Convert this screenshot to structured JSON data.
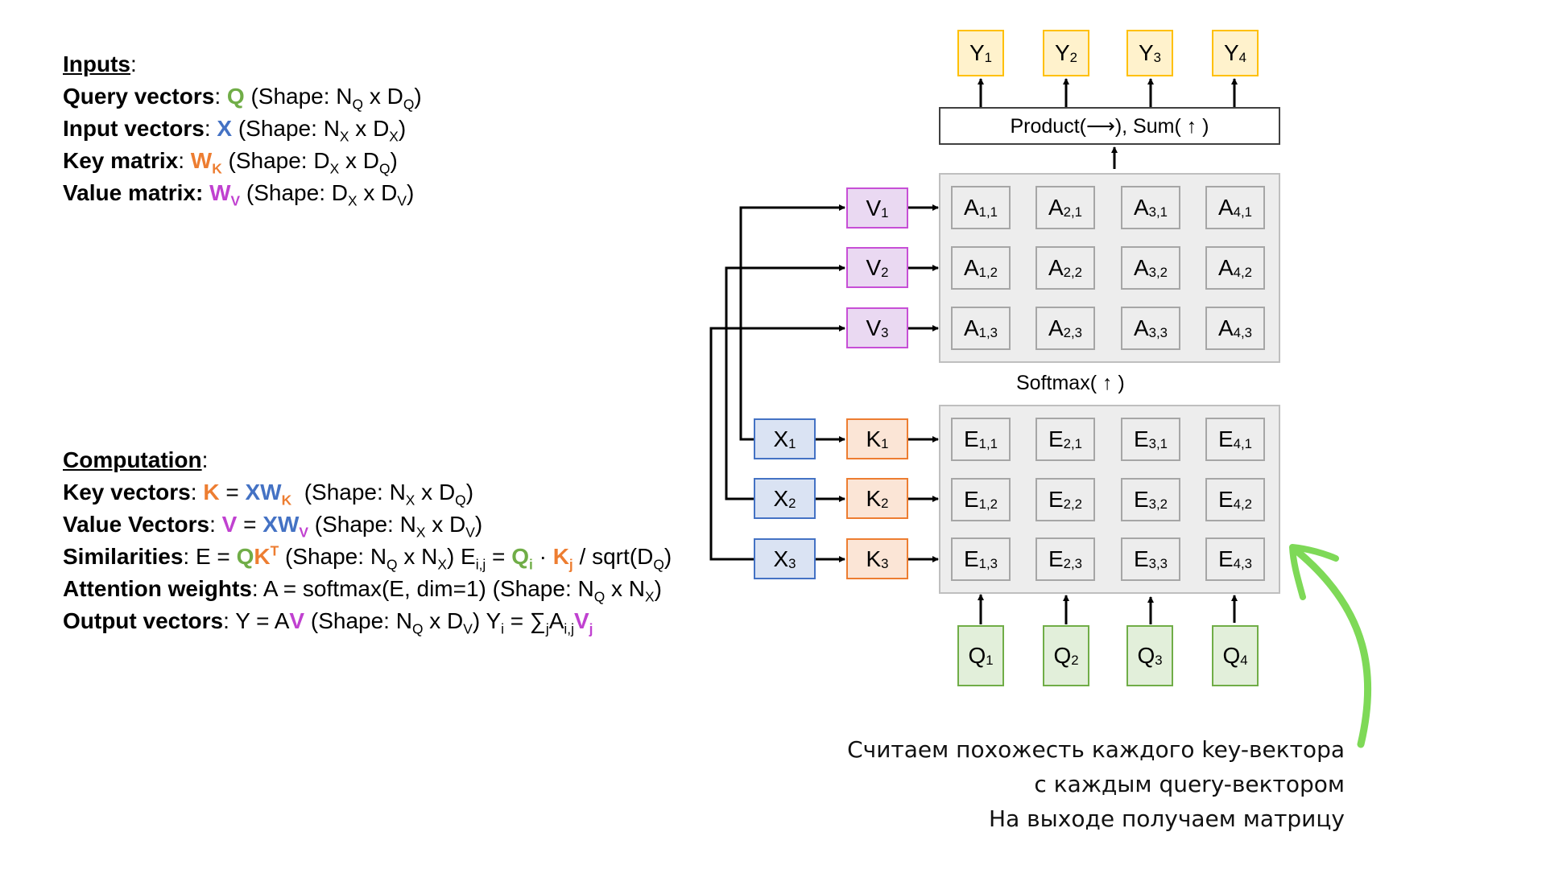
{
  "inputs": {
    "header": "Inputs",
    "query_label": "Query vectors",
    "query_sym": "Q",
    "query_shape": "(Shape: N",
    "query_shape_sub1": "Q",
    "query_shape_mid": " x D",
    "query_shape_sub2": "Q",
    "input_label": "Input vectors",
    "input_sym": "X",
    "input_shape_sub1": "X",
    "input_shape_sub2": "X",
    "key_label": "Key matrix",
    "key_sym": "W",
    "key_sub": "K",
    "key_shape_sub1": "X",
    "key_shape_sub2": "Q",
    "value_label": "Value matrix:",
    "value_sym": "W",
    "value_sub": "V",
    "value_shape_sub1": "X",
    "value_shape_sub2": "V"
  },
  "computation": {
    "header": "Computation",
    "lines": [
      "Key vectors: K = XW_K (Shape: N_X x D_Q)",
      "Value Vectors: V = XW_V (Shape: N_X x D_V)",
      "Similarities: E = QK^T (Shape: N_Q x N_X) E_i,j = Q_i · K_j / sqrt(D_Q)",
      "Attention weights: A = softmax(E, dim=1) (Shape: N_Q x N_X)",
      "Output vectors: Y = AV (Shape: N_Q x D_V) Y_i = ∑_j A_i,j V_j"
    ],
    "key_label": "Key vectors",
    "value_label": "Value Vectors",
    "sim_label": "Similarities",
    "att_label": "Attention weights",
    "att_text": "A = softmax(E, dim=1)  (Shape: N",
    "out_label": "Output vectors"
  },
  "diagram": {
    "outputs": [
      "Y",
      "Y",
      "Y",
      "Y"
    ],
    "output_subs": [
      "1",
      "2",
      "3",
      "4"
    ],
    "product_label": "Product(⟶),   Sum( ↑ )",
    "softmax_label": "Softmax( ↑ )",
    "values": [
      "V",
      "V",
      "V"
    ],
    "value_subs": [
      "1",
      "2",
      "3"
    ],
    "inputs": [
      "X",
      "X",
      "X"
    ],
    "input_subs": [
      "1",
      "2",
      "3"
    ],
    "keys": [
      "K",
      "K",
      "K"
    ],
    "key_subs": [
      "1",
      "2",
      "3"
    ],
    "queries": [
      "Q",
      "Q",
      "Q",
      "Q"
    ],
    "query_subs": [
      "1",
      "2",
      "3",
      "4"
    ],
    "attention_cells": [
      [
        "1,1",
        "2,1",
        "3,1",
        "4,1"
      ],
      [
        "1,2",
        "2,2",
        "3,2",
        "4,2"
      ],
      [
        "1,3",
        "2,3",
        "3,3",
        "4,3"
      ]
    ],
    "similarity_cells": [
      [
        "1,1",
        "2,1",
        "3,1",
        "4,1"
      ],
      [
        "1,2",
        "2,2",
        "3,2",
        "4,2"
      ],
      [
        "1,3",
        "2,3",
        "3,3",
        "4,3"
      ]
    ],
    "attention_symbol": "A",
    "similarity_symbol": "E"
  },
  "caption": {
    "line1": "Считаем похожесть каждого key-вектора",
    "line2": "с каждым query-вектором",
    "line3": "На выходе получаем матрицу"
  },
  "colors": {
    "query": "#70AD47",
    "input": "#4472C4",
    "key": "#ED7D31",
    "value": "#C041D0",
    "output": "#FFC000",
    "annotation_arrow": "#7ED957"
  }
}
